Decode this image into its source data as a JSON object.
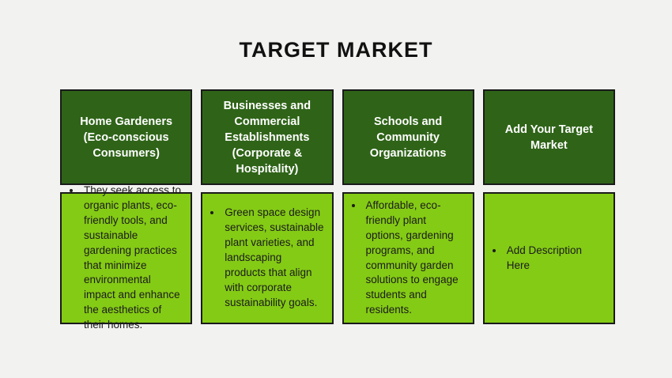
{
  "title": "TARGET MARKET",
  "colors": {
    "background": "#f2f2f0",
    "header_bg": "#2f6418",
    "body_bg": "#84cb15",
    "border": "#1a1a1a",
    "header_text": "#ffffff",
    "body_text": "#1b1b1b",
    "title_text": "#111111"
  },
  "columns": [
    {
      "header": "Home Gardeners (Eco-conscious Consumers)",
      "description": "They seek access to organic plants, eco-friendly tools, and sustainable gardening practices that minimize environmental impact and enhance the aesthetics of their homes."
    },
    {
      "header": "Businesses and Commercial Establishments (Corporate & Hospitality)",
      "description": "Green space design services, sustainable plant varieties, and landscaping products that align with corporate sustainability goals."
    },
    {
      "header": "Schools and Community Organizations",
      "description": "Affordable, eco-friendly plant options, gardening programs, and community garden solutions to engage students and residents."
    },
    {
      "header": "Add Your Target Market",
      "description": "Add Description Here"
    }
  ]
}
